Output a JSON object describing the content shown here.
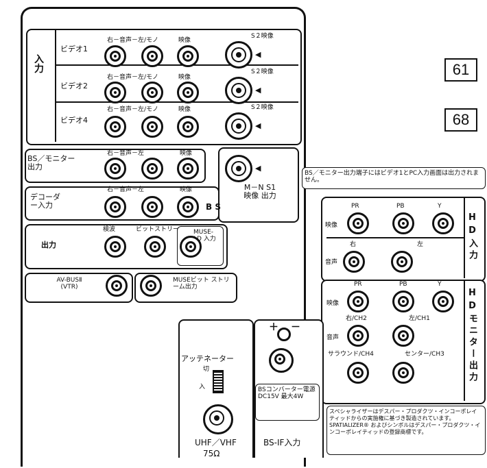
{
  "page_refs": [
    "61",
    "68"
  ],
  "input": {
    "side_label": "入力",
    "header_audio": "右－音声－左/モノ",
    "header_video": "映像",
    "header_s": "S２映像",
    "rows": [
      {
        "label": "ビデオ1"
      },
      {
        "label": "ビデオ2"
      },
      {
        "label": "ビデオ4"
      }
    ]
  },
  "bs_monitor_out": {
    "label": "BS／モニター出力",
    "header_audio": "右－音声－左",
    "header_video": "映像"
  },
  "decoder_in": {
    "label": "デコーダー入力",
    "header_audio": "右－音声－左",
    "header_video": "映像",
    "bs": "B S"
  },
  "mn_s1": {
    "label": "M－N S1映像 出力"
  },
  "note_bs": "BS／モニター出力端子にはビデオ1とPC入力画面は出力されません。",
  "detect_out": {
    "label": "出力",
    "col1": "検波",
    "col2": "ビットストリーム"
  },
  "muse_ld": {
    "label": "MUSE-LD 入力"
  },
  "av_bus": {
    "label": "AV-BUSⅡ (VTR)"
  },
  "muse_bit_out": {
    "label": "MUSEビット ストリーム出力"
  },
  "hd_in": {
    "side_label": "HD入力",
    "pr": "PR",
    "pb": "PB",
    "y": "Y",
    "video": "映像",
    "right": "右",
    "left": "左",
    "audio": "音声"
  },
  "hd_monitor_out": {
    "side_label": "HDモニター出力",
    "pr": "PR",
    "pb": "PB",
    "y": "Y",
    "video": "映像",
    "ch2": "右/CH2",
    "ch1": "左/CH1",
    "audio": "音声",
    "ch4": "サラウンド/CH4",
    "ch3": "センター/CH3"
  },
  "antenna": {
    "label": "アッテネーター",
    "switch_off": "切",
    "switch_on": "入",
    "uhf": "UHF／VHF",
    "ohm": "75Ω"
  },
  "bs_if": {
    "polarity": "＋",
    "minus": "－",
    "power_note": "BSコンバーター電源 DC15V 最大4W",
    "label": "BS-IF入力"
  },
  "note_spatializer": "スペシャライザーはデスパー・プロダクツ・インコーポレイティッドからの実施権に基づき製造されています。SPATIALIZER® およびシンボルはデスパー・プロダクツ・インコーポレイティッドの登録商標です。"
}
